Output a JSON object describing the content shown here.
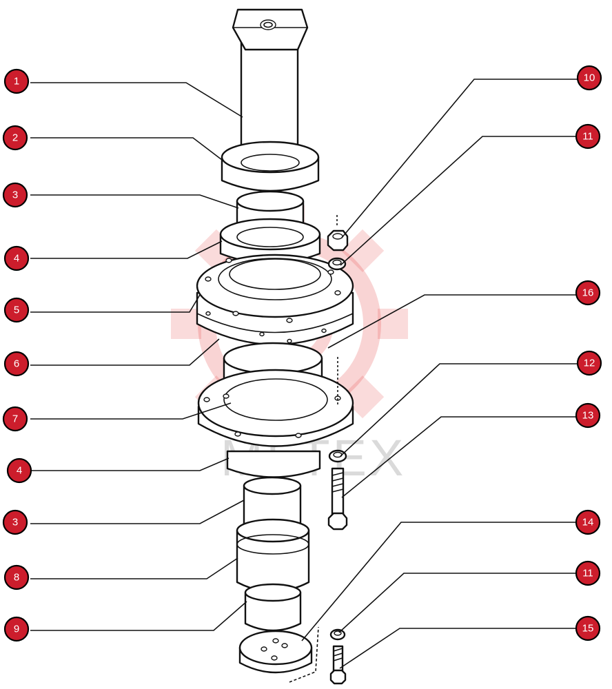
{
  "callouts": [
    {
      "label": "1"
    },
    {
      "label": "2"
    },
    {
      "label": "3"
    },
    {
      "label": "4"
    },
    {
      "label": "5"
    },
    {
      "label": "6"
    },
    {
      "label": "7"
    },
    {
      "label": "4"
    },
    {
      "label": "3"
    },
    {
      "label": "8"
    },
    {
      "label": "9"
    },
    {
      "label": "10"
    },
    {
      "label": "11"
    },
    {
      "label": "16"
    },
    {
      "label": "12"
    },
    {
      "label": "13"
    },
    {
      "label": "14"
    },
    {
      "label": "11"
    },
    {
      "label": "15"
    }
  ],
  "watermark": {
    "text": "MI TEX",
    "gear_color": "#e23a3a"
  },
  "colors": {
    "badge": "#cc1d2c",
    "line": "#111111"
  }
}
